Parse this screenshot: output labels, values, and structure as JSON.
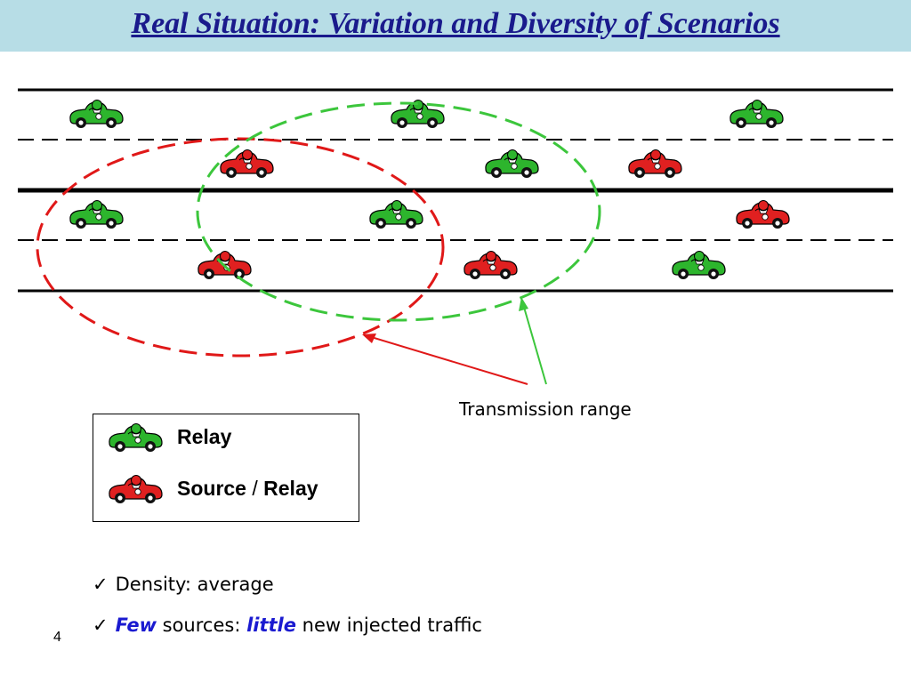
{
  "slide": {
    "title": "Real Situation: Variation and Diversity of Scenarios",
    "page_number": "4"
  },
  "diagram": {
    "range_label": "Transmission range",
    "colors": {
      "relay": "#2db52d",
      "source": "#e02020",
      "green_range": "#3cc63c",
      "red_range": "#e01818",
      "road": "#000000"
    },
    "car_icon": "race-car-icon",
    "lanes": 4,
    "cars": [
      {
        "type": "relay",
        "lane": 1,
        "order": 1
      },
      {
        "type": "relay",
        "lane": 1,
        "order": 2
      },
      {
        "type": "relay",
        "lane": 1,
        "order": 3
      },
      {
        "type": "source",
        "lane": 2,
        "order": 1
      },
      {
        "type": "relay",
        "lane": 2,
        "order": 2
      },
      {
        "type": "source",
        "lane": 2,
        "order": 3
      },
      {
        "type": "relay",
        "lane": 3,
        "order": 1
      },
      {
        "type": "relay",
        "lane": 3,
        "order": 2
      },
      {
        "type": "source",
        "lane": 3,
        "order": 3
      },
      {
        "type": "source",
        "lane": 4,
        "order": 1
      },
      {
        "type": "source",
        "lane": 4,
        "order": 2
      },
      {
        "type": "relay",
        "lane": 4,
        "order": 3
      }
    ]
  },
  "legend": {
    "relay_label": "Relay",
    "source_label_a": "Source",
    "source_sep": " / ",
    "source_label_b": "Relay"
  },
  "bullets": [
    {
      "check": "✓",
      "parts": [
        "Density: average"
      ]
    },
    {
      "check": "✓",
      "em1": "Few",
      "mid": " sources: ",
      "em2": "little",
      "tail": " new injected traffic"
    }
  ]
}
